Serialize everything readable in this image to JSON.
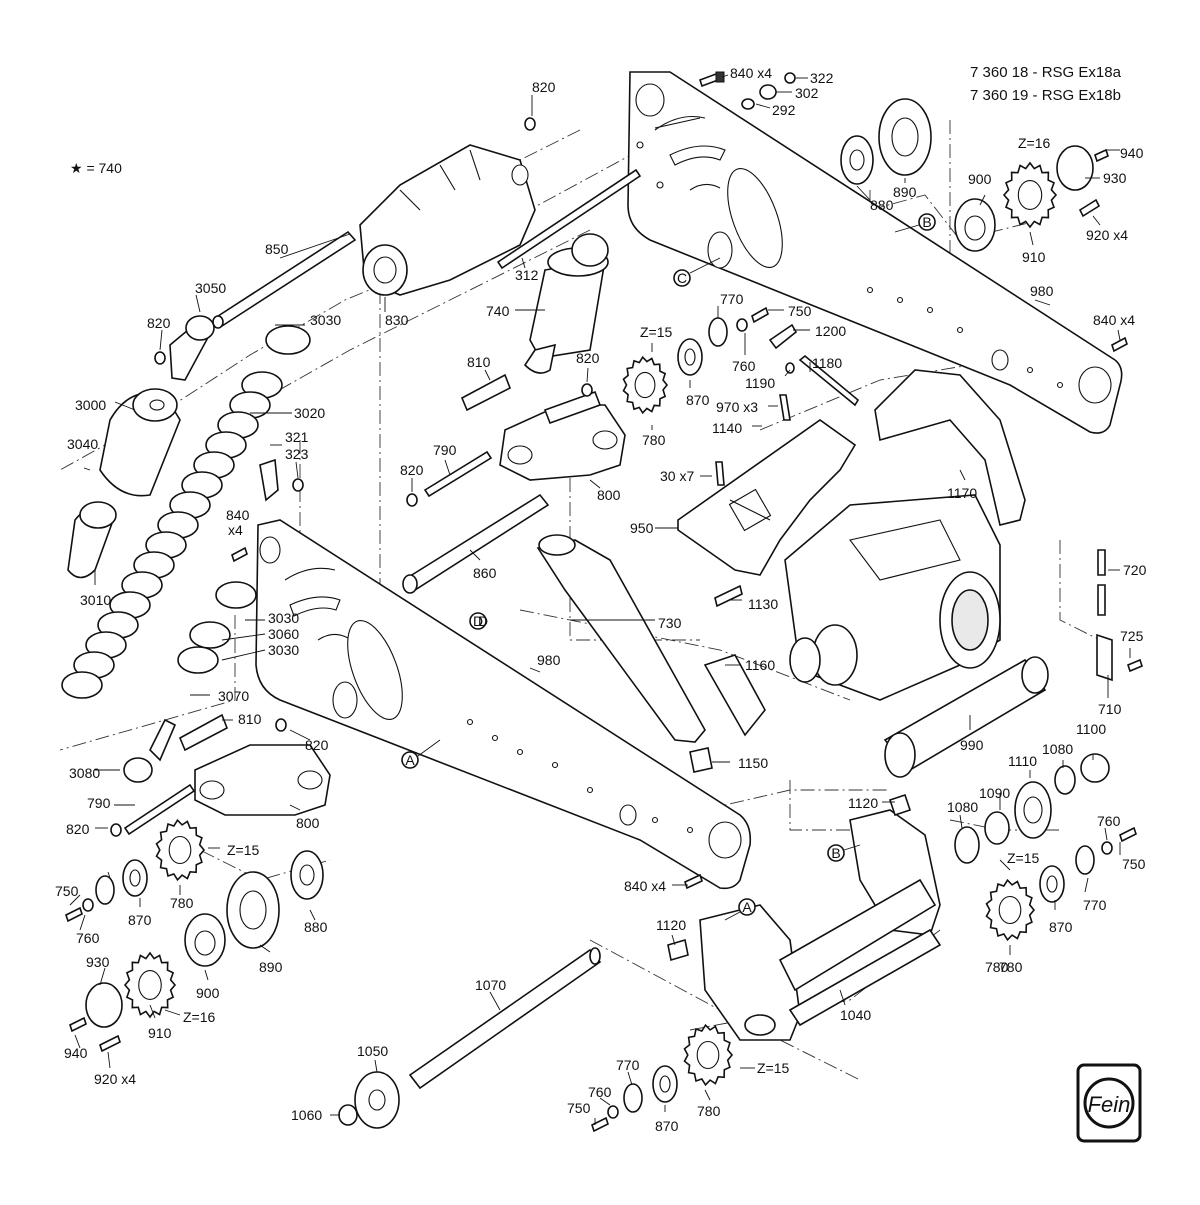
{
  "title": {
    "line1": "7 360 18 - RSG Ex18a",
    "line2": "7 360 19 - RSG Ex18b"
  },
  "legend": "★ = 740",
  "logo_text": "Fein",
  "reference_marks": [
    "A",
    "B",
    "C",
    "D"
  ],
  "part_labels": [
    "820",
    "840 x4",
    "322",
    "302",
    "292",
    "850",
    "3050",
    "830",
    "312",
    "890",
    "880",
    "900",
    "Z=16",
    "940",
    "930",
    "910",
    "920 x4",
    "820",
    "3030",
    "740",
    "770",
    "750",
    "Z=15",
    "1200",
    "760",
    "1180",
    "1190",
    "980",
    "840 x4",
    "3000",
    "3040",
    "3020",
    "810",
    "820",
    "870",
    "970 x3",
    "1140",
    "780",
    "321",
    "323",
    "790",
    "820",
    "800",
    "30 x7",
    "840",
    "x4",
    "950",
    "1170",
    "3010",
    "860",
    "3030",
    "3060",
    "3030",
    "730",
    "1130",
    "720",
    "725",
    "710",
    "D",
    "980",
    "1160",
    "3070",
    "810",
    "820",
    "990",
    "1100",
    "1080",
    "1110",
    "3080",
    "1150",
    "1090",
    "790",
    "820",
    "800",
    "1120",
    "1080",
    "Z=15",
    "760",
    "750",
    "770",
    "870",
    "780",
    "880",
    "840 x4",
    "Z=15",
    "750",
    "760",
    "870",
    "1120",
    "780",
    "780",
    "930",
    "890",
    "900",
    "1070",
    "1040",
    "Z=16",
    "940",
    "910",
    "920 x4",
    "1050",
    "770",
    "Z=15",
    "760",
    "750",
    "1060",
    "870",
    "780"
  ]
}
